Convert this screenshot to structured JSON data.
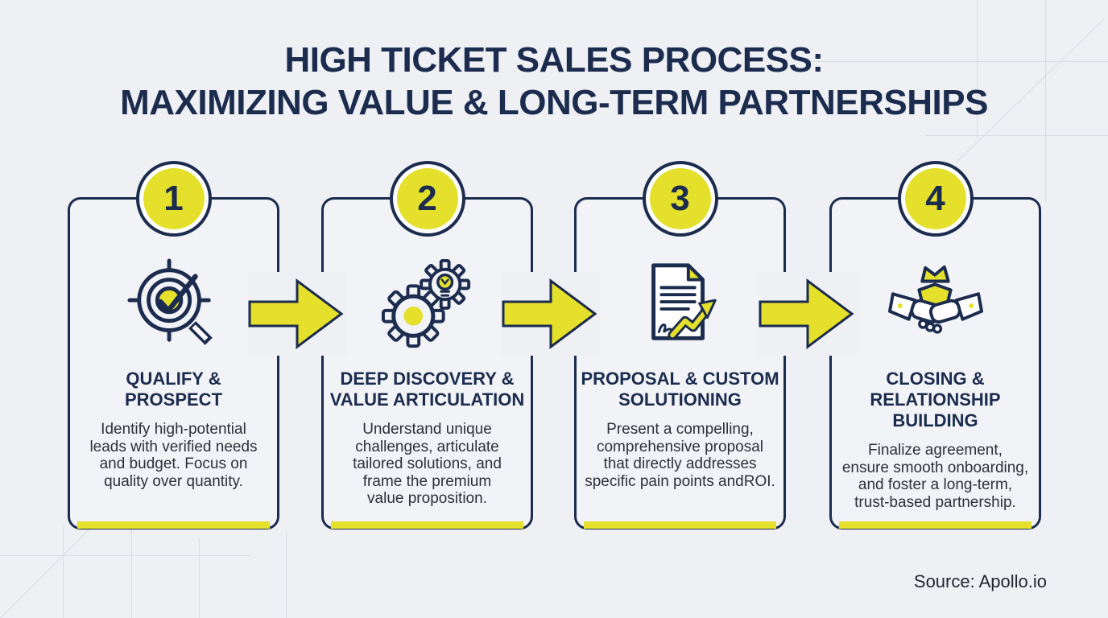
{
  "theme": {
    "bg": "#eef0f4",
    "card_bg": "#f1f3f7",
    "navy": "#1c2c4e",
    "yellow": "#e4e02c",
    "text": "#2e3038",
    "line": "#d9dce3",
    "white": "#ffffff"
  },
  "title": {
    "line1": "HIGH TICKET SALES PROCESS:",
    "line2": "MAXIMIZING VALUE & LONG-TERM PARTNERSHIPS"
  },
  "steps": [
    {
      "number": "1",
      "icon": "target-check-magnifier-icon",
      "title_lines": [
        "QUALIFY &",
        "PROSPECT"
      ],
      "description_lines": [
        "Identify high-potential",
        "leads with verified needs",
        "and budget. Focus on",
        "quality over quantity."
      ]
    },
    {
      "number": "2",
      "icon": "gears-lightbulb-icon",
      "title_lines": [
        "DEEP DISCOVERY &",
        "VALUE ARTICULATION"
      ],
      "description_lines": [
        "Understand unique",
        "challenges, articulate",
        "tailored solutions, and",
        "frame the premium",
        "value proposition."
      ]
    },
    {
      "number": "3",
      "icon": "signed-proposal-growth-icon",
      "title_lines": [
        "PROPOSAL & CUSTOM",
        "SOLUTIONING"
      ],
      "description_lines": [
        "Present a compelling,",
        "comprehensive proposal",
        "that directly addresses",
        "specific pain points andROI."
      ]
    },
    {
      "number": "4",
      "icon": "handshake-crown-icon",
      "title_lines": [
        "CLOSING &",
        "RELATIONSHIP",
        "BUILDING"
      ],
      "description_lines": [
        "Finalize agreement,",
        "ensure smooth onboarding,",
        "and foster a long-term,",
        "trust-based partnership."
      ]
    }
  ],
  "source": {
    "label": "Source: Apollo.io"
  }
}
